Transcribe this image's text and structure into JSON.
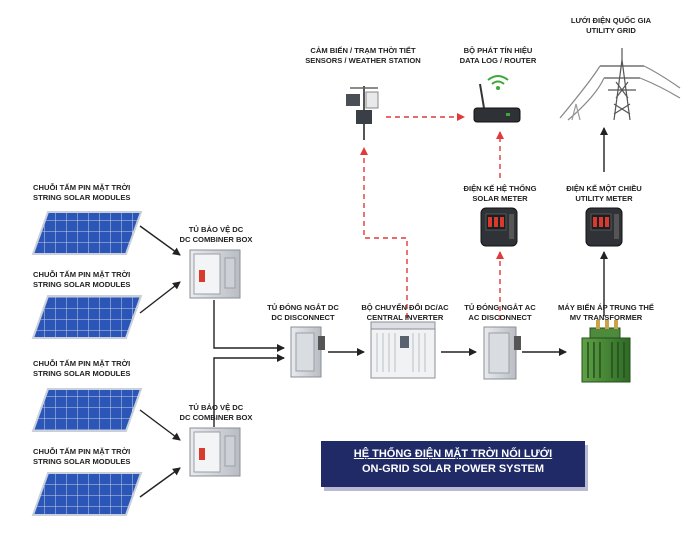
{
  "labels": {
    "string_modules_1": {
      "vn": "CHUỖI TẤM PIN MẶT TRỜI",
      "en": "STRING SOLAR MODULES"
    },
    "string_modules_2": {
      "vn": "CHUỖI TẤM PIN MẶT TRỜI",
      "en": "STRING SOLAR MODULES"
    },
    "string_modules_3": {
      "vn": "CHUỖI TẤM PIN MẶT TRỜI",
      "en": "STRING SOLAR MODULES"
    },
    "string_modules_4": {
      "vn": "CHUỖI TẤM PIN MẶT TRỜI",
      "en": "STRING SOLAR MODULES"
    },
    "combiner_top": {
      "vn": "TỦ BẢO VỆ DC",
      "en": "DC COMBINER BOX"
    },
    "combiner_bottom": {
      "vn": "TỦ BẢO VỆ DC",
      "en": "DC COMBINER BOX"
    },
    "dc_disconnect": {
      "vn": "TỦ ĐÓNG NGẮT DC",
      "en": "DC DISCONNECT"
    },
    "inverter": {
      "vn": "BỘ CHUYỂN ĐỔI DC/AC",
      "en": "CENTRAL INVERTER"
    },
    "ac_disconnect": {
      "vn": "TỦ ĐÓNG NGẮT AC",
      "en": "AC DISCONNECT"
    },
    "transformer": {
      "vn": "MÁY BIẾN ÁP TRUNG THẾ",
      "en": "MV TRANSFORMER"
    },
    "solar_meter": {
      "vn": "ĐIỆN KẾ HỆ THỐNG",
      "en": "SOLAR METER"
    },
    "utility_meter": {
      "vn": "ĐIỆN KẾ MỘT CHIỀU",
      "en": "UTILITY METER"
    },
    "weather_station": {
      "vn": "CẢM BIẾN / TRẠM THỜI TIẾT",
      "en": "SENSORS / WEATHER STATION"
    },
    "data_log": {
      "vn": "BỘ PHÁT TÍN HIỆU",
      "en": "DATA LOG / ROUTER"
    },
    "utility_grid": {
      "vn": "LƯỚI ĐIỆN QUỐC GIA",
      "en": "UTILITY GRID"
    }
  },
  "title": {
    "vn": "HỆ THỐNG ĐIỆN MẶT TRỜI NỐI LƯỚI",
    "en": "ON-GRID SOLAR POWER SYSTEM"
  },
  "colors": {
    "panel": "#2b56b8",
    "panel_frame": "#c9d0dc",
    "power_line": "#222222",
    "signal_line": "#e03a3a",
    "title_bg": "#1f2a66",
    "wifi": "#3aaa35"
  }
}
